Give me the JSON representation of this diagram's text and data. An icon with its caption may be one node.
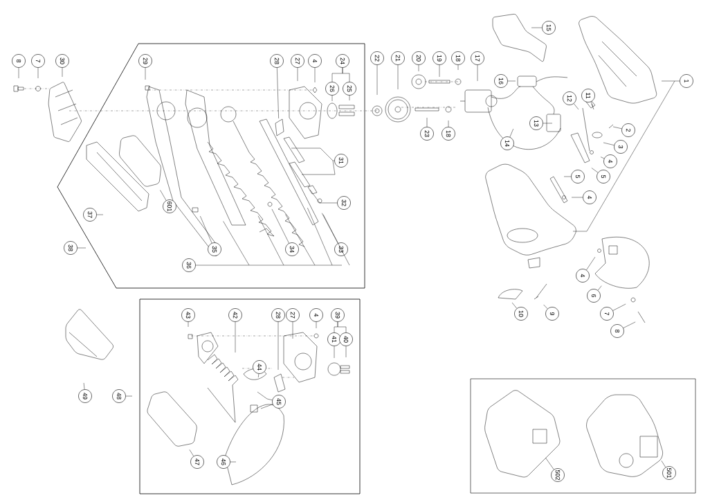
{
  "diagram": {
    "nodes": [
      {
        "text": [
          "8"
        ]
      },
      {
        "text": [
          "7"
        ]
      },
      {
        "text": [
          "30"
        ]
      },
      {
        "text": [
          "29"
        ]
      },
      {
        "text": [
          "28"
        ]
      },
      {
        "text": [
          "27"
        ]
      },
      {
        "text": [
          "4"
        ]
      },
      {
        "text": [
          "24"
        ]
      },
      {
        "text": [
          "26"
        ]
      },
      {
        "text": [
          "25"
        ]
      },
      {
        "text": [
          "22"
        ]
      },
      {
        "text": [
          "21"
        ]
      },
      {
        "text": [
          "20"
        ]
      },
      {
        "text": [
          "19"
        ]
      },
      {
        "text": [
          "18"
        ]
      },
      {
        "text": [
          "17"
        ]
      },
      {
        "text": [
          "15"
        ]
      },
      {
        "text": [
          "16"
        ]
      },
      {
        "text": [
          "12"
        ]
      },
      {
        "text": [
          "11"
        ]
      },
      {
        "text": [
          "13"
        ]
      },
      {
        "text": [
          "1"
        ]
      },
      {
        "text": [
          "2"
        ]
      },
      {
        "text": [
          "3"
        ]
      },
      {
        "text": [
          "14"
        ]
      },
      {
        "text": [
          "23"
        ]
      },
      {
        "text": [
          "18"
        ]
      },
      {
        "text": [
          "4"
        ]
      },
      {
        "text": [
          "5"
        ]
      },
      {
        "text": [
          "5"
        ]
      },
      {
        "text": [
          "4"
        ]
      },
      {
        "text": [
          "4"
        ]
      },
      {
        "text": [
          "6"
        ]
      },
      {
        "text": [
          "7"
        ]
      },
      {
        "text": [
          "8"
        ]
      },
      {
        "text": [
          "9"
        ]
      },
      {
        "text": [
          "10"
        ]
      },
      {
        "text": [
          "31"
        ]
      },
      {
        "text": [
          "32"
        ]
      },
      {
        "text": [
          "33"
        ]
      },
      {
        "text": [
          "34"
        ]
      },
      {
        "text": [
          "35"
        ]
      },
      {
        "text": [
          "36"
        ]
      },
      {
        "text": [
          "37"
        ]
      },
      {
        "text": [
          "38"
        ]
      },
      {
        "text": [
          "601"
        ]
      },
      {
        "text": [
          "43"
        ]
      },
      {
        "text": [
          "42"
        ]
      },
      {
        "text": [
          "28"
        ]
      },
      {
        "text": [
          "27"
        ]
      },
      {
        "text": [
          "4"
        ]
      },
      {
        "text": [
          "39"
        ]
      },
      {
        "text": [
          "41"
        ]
      },
      {
        "text": [
          "40"
        ]
      },
      {
        "text": [
          "44"
        ]
      },
      {
        "text": [
          "45"
        ]
      },
      {
        "text": [
          "48"
        ]
      },
      {
        "text": [
          "49"
        ]
      },
      {
        "text": [
          "47"
        ]
      },
      {
        "text": [
          "46"
        ]
      },
      {
        "text": [
          "502"
        ]
      },
      {
        "text": [
          "501"
        ]
      }
    ],
    "edges": [
      {
        "from": 0,
        "to": null,
        "arrow": "none"
      },
      {
        "from": 1,
        "to": null,
        "arrow": "none"
      },
      {
        "from": 2,
        "to": null,
        "arrow": "none"
      },
      {
        "from": 3,
        "to": null,
        "arrow": "none"
      },
      {
        "from": 4,
        "to": null,
        "arrow": "none"
      },
      {
        "from": 5,
        "to": null,
        "arrow": "none"
      },
      {
        "from": 6,
        "to": null,
        "arrow": "none"
      },
      {
        "from": 8,
        "to": null,
        "arrow": "none"
      },
      {
        "from": 9,
        "to": null,
        "arrow": "none"
      },
      {
        "from": 10,
        "to": null,
        "arrow": "none"
      },
      {
        "from": 11,
        "to": null,
        "arrow": "none"
      },
      {
        "from": 12,
        "to": null,
        "arrow": "none"
      },
      {
        "from": 13,
        "to": null,
        "arrow": "none"
      },
      {
        "from": 14,
        "to": null,
        "arrow": "none"
      },
      {
        "from": 15,
        "to": null,
        "arrow": "none"
      },
      {
        "from": 16,
        "to": null,
        "arrow": "none"
      },
      {
        "from": 17,
        "to": null,
        "arrow": "none"
      },
      {
        "from": 18,
        "to": null,
        "arrow": "none"
      },
      {
        "from": 19,
        "to": null,
        "arrow": "none"
      },
      {
        "from": 20,
        "to": null,
        "arrow": "none"
      },
      {
        "from": 21,
        "to": null,
        "arrow": "none"
      },
      {
        "from": 22,
        "to": null,
        "arrow": "none"
      },
      {
        "from": 23,
        "to": null,
        "arrow": "none"
      },
      {
        "from": 24,
        "to": null,
        "arrow": "none"
      },
      {
        "from": 25,
        "to": null,
        "arrow": "none"
      },
      {
        "from": 26,
        "to": null,
        "arrow": "none"
      },
      {
        "from": 27,
        "to": null,
        "arrow": "none"
      },
      {
        "from": 28,
        "to": null,
        "arrow": "none"
      },
      {
        "from": 29,
        "to": null,
        "arrow": "none"
      },
      {
        "from": 30,
        "to": null,
        "arrow": "none"
      },
      {
        "from": 31,
        "to": null,
        "arrow": "none"
      },
      {
        "from": 32,
        "to": null,
        "arrow": "none"
      },
      {
        "from": 33,
        "to": null,
        "arrow": "none"
      },
      {
        "from": 34,
        "to": null,
        "arrow": "none"
      },
      {
        "from": 35,
        "to": null,
        "arrow": "none"
      },
      {
        "from": 36,
        "to": null,
        "arrow": "none"
      },
      {
        "from": 37,
        "to": null,
        "arrow": "none"
      },
      {
        "from": 38,
        "to": null,
        "arrow": "none"
      },
      {
        "from": 39,
        "to": null,
        "arrow": "none"
      },
      {
        "from": 40,
        "to": null,
        "arrow": "none"
      },
      {
        "from": 41,
        "to": null,
        "arrow": "none"
      },
      {
        "from": 42,
        "to": null,
        "arrow": "none"
      },
      {
        "from": 43,
        "to": null,
        "arrow": "none"
      },
      {
        "from": 44,
        "to": null,
        "arrow": "none"
      },
      {
        "from": 45,
        "to": null,
        "arrow": "none"
      },
      {
        "from": 46,
        "to": null,
        "arrow": "none"
      },
      {
        "from": 47,
        "to": null,
        "arrow": "none"
      },
      {
        "from": 48,
        "to": null,
        "arrow": "none"
      },
      {
        "from": 49,
        "to": null,
        "arrow": "none"
      },
      {
        "from": 50,
        "to": null,
        "arrow": "none"
      },
      {
        "from": 52,
        "to": null,
        "arrow": "none"
      },
      {
        "from": 53,
        "to": null,
        "arrow": "none"
      },
      {
        "from": 54,
        "to": null,
        "arrow": "none"
      },
      {
        "from": 55,
        "to": null,
        "arrow": "none"
      },
      {
        "from": 55,
        "to": null,
        "arrow": "none"
      },
      {
        "from": 56,
        "to": null,
        "arrow": "none"
      },
      {
        "from": 57,
        "to": null,
        "arrow": "none"
      },
      {
        "from": 58,
        "to": null,
        "arrow": "none"
      },
      {
        "from": 59,
        "to": null,
        "arrow": "none"
      },
      {
        "from": 60,
        "to": null,
        "arrow": "none"
      },
      {
        "from": 61,
        "to": null,
        "arrow": "none"
      },
      {
        "from": 7,
        "to": 8,
        "arrow": "none"
      },
      {
        "from": 7,
        "to": 9,
        "arrow": "none"
      },
      {
        "from": 51,
        "to": 52,
        "arrow": "none"
      },
      {
        "from": 51,
        "to": 53,
        "arrow": "none"
      }
    ]
  }
}
